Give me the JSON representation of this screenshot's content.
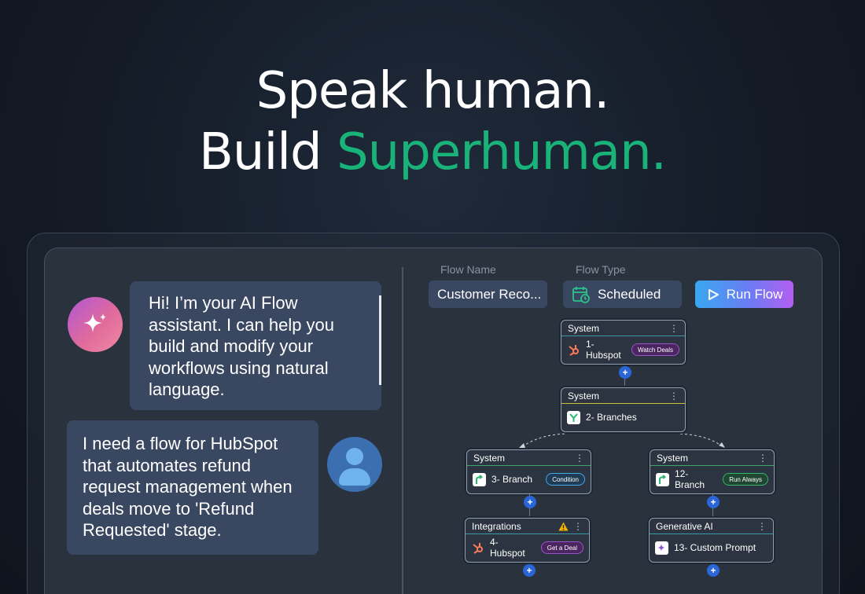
{
  "hero": {
    "line1": "Speak human.",
    "line2_prefix": "Build ",
    "line2_highlight": "Superhuman."
  },
  "chat": {
    "ai_message": "Hi! I’m your AI Flow assistant. I can help you build and modify your workflows using natural language.",
    "user_message": "I need a flow for HubSpot that automates refund request management when deals move to 'Refund Requested' stage."
  },
  "flow": {
    "name_label": "Flow Name",
    "name_value": "Customer Reco...",
    "type_label": "Flow Type",
    "type_value": "Scheduled",
    "run_label": "Run Flow"
  },
  "nodes": {
    "n1": {
      "header": "System",
      "title": "1- Hubspot",
      "tag": "Watch Deals"
    },
    "n2": {
      "header": "System",
      "title": "2- Branches"
    },
    "n3": {
      "header": "System",
      "title": "3- Branch",
      "tag": "Condition"
    },
    "n12": {
      "header": "System",
      "title": "12- Branch",
      "tag": "Run Always"
    },
    "n4": {
      "header": "Integrations",
      "title": "4- Hubspot",
      "tag": "Get a Deal"
    },
    "n13": {
      "header": "Generative AI",
      "title": "13- Custom Prompt"
    }
  },
  "colors": {
    "accent_green": "#19b37a",
    "bubble": "#3a4761",
    "plus_blue": "#2a66d8"
  }
}
